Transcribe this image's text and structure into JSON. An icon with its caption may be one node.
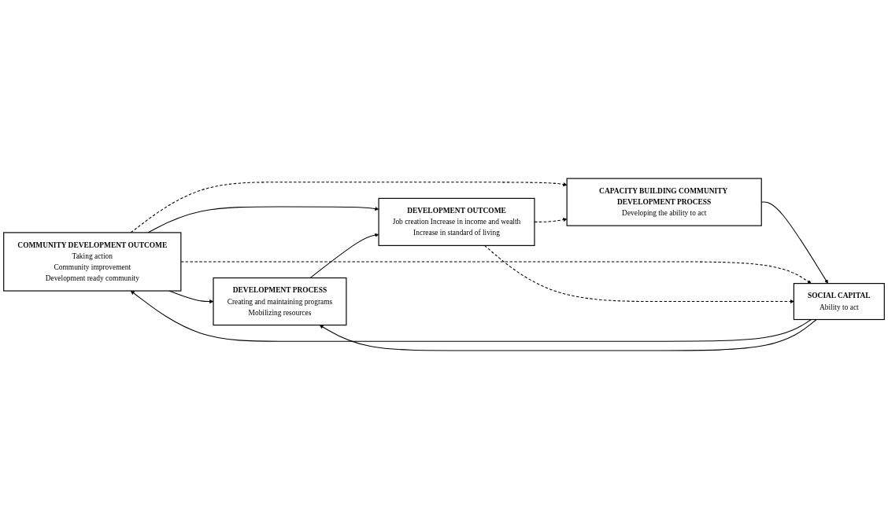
{
  "diagram": {
    "nodes": [
      {
        "text": [
          "COMMUNITY DEVELOPMENT OUTCOME",
          "Taking action",
          "Community improvement",
          "Development ready community"
        ]
      },
      {
        "text": [
          "CAPACITY BUILDING COMMUNITY DEVELOPMENT PROCESS",
          "Developing the ability to act"
        ]
      },
      {
        "text": [
          "SOCIAL CAPITAL",
          "Ability to act"
        ]
      },
      {
        "text": [
          "DEVELOPMENT OUTCOME",
          "Job creation Increase in income and wealth",
          "Increase in standard of living"
        ]
      },
      {
        "text": [
          "DEVELOPMENT PROCESS",
          "Creating and maintaining programs",
          "Mobilizing resources"
        ]
      }
    ],
    "edges": [
      {
        "from": 1,
        "to": 2,
        "arrow": "to"
      },
      {
        "from": 2,
        "to": 0,
        "arrow": "to"
      },
      {
        "from": 2,
        "to": 4,
        "arrow": "to"
      },
      {
        "from": 0,
        "to": 4,
        "arrow": "to"
      },
      {
        "from": 0,
        "to": 3,
        "arrow": "to"
      },
      {
        "from": 4,
        "to": 3,
        "arrow": "to"
      },
      {
        "from": 0,
        "to": 1,
        "arrow": "to",
        "style": "dashed"
      },
      {
        "from": 0,
        "to": 2,
        "arrow": "to",
        "style": "dashed"
      },
      {
        "from": 3,
        "to": 1,
        "arrow": "to",
        "style": "dashed"
      },
      {
        "from": 3,
        "to": 2,
        "arrow": "to",
        "style": "dashed"
      }
    ]
  }
}
